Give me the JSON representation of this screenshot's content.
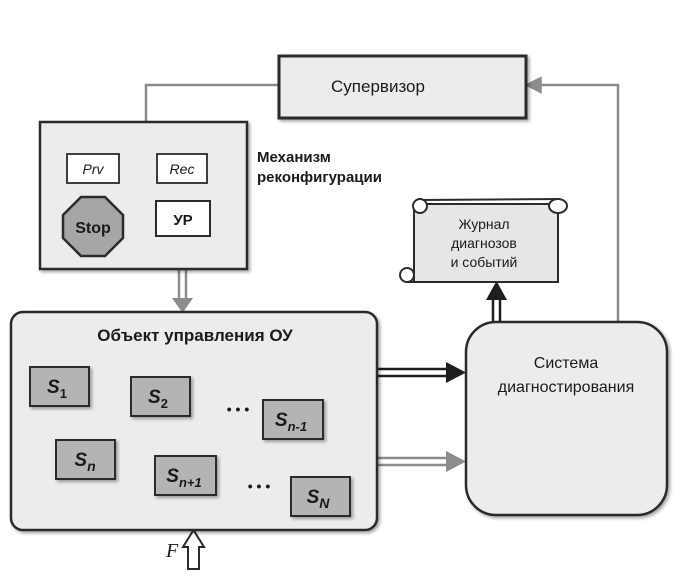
{
  "supervisor": {
    "label": "Супервизор"
  },
  "reconfig": {
    "title_line1": "Механизм",
    "title_line2": "реконфигурации",
    "prv": "Prv",
    "rec": "Rec",
    "stop": "Stop",
    "up": "УР"
  },
  "journal": {
    "line1": "Журнал",
    "line2": "диагнозов",
    "line3": "и событий"
  },
  "object": {
    "title": "Объект управления ОУ",
    "states": [
      {
        "base": "S",
        "sub": "1"
      },
      {
        "base": "S",
        "sub": "2"
      },
      {
        "base": "S",
        "sub": "n-1"
      },
      {
        "base": "S",
        "sub": "n"
      },
      {
        "base": "S",
        "sub": "n+1"
      },
      {
        "base": "S",
        "sub": "N"
      }
    ],
    "ellipsis": "• • •"
  },
  "diagnostics": {
    "line1": "Система",
    "line2": "диагностирования"
  },
  "input": {
    "label": "F"
  },
  "colors": {
    "box_fill": "#ececec",
    "state_fill": "#b4b4b4",
    "stroke": "#2b2b2b",
    "arrow_gray": "#8c8c8c",
    "stop_fill": "#a6a6a6"
  }
}
